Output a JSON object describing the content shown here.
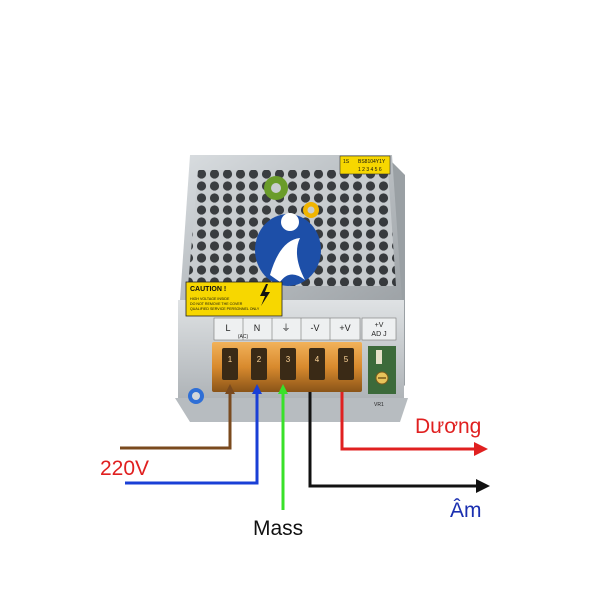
{
  "psu": {
    "caution_title": "CAUTION !",
    "caution_lines": [
      "HIGH VOLTAGE INSIDE",
      "DO NOT REMOVE THE COVER",
      "QUALIFIED SERVICE PERSONNEL ONLY"
    ],
    "spec_lines": [
      "1S",
      "BS8104Y1Y",
      "1 2 3 4 5 6"
    ],
    "terminal_labels": [
      "L",
      "N",
      "⏚",
      "-V",
      "+V"
    ],
    "terminal_sublabel": "(AC)",
    "adj_label_top": "+V",
    "adj_label_bottom": "AD J",
    "terminal_numbers": [
      "1",
      "2",
      "3",
      "4",
      "5"
    ],
    "vr_label": "VR1"
  },
  "wires": {
    "ac_in": {
      "label": "220V",
      "color": "#1a3fd6"
    },
    "live": {
      "color": "#7a4a1e"
    },
    "neutral": {
      "color": "#1a3fd6"
    },
    "ground": {
      "label": "Mass",
      "color": "#39e12a"
    },
    "negative": {
      "label": "Âm",
      "color": "#111111"
    },
    "positive": {
      "label": "Dương",
      "color": "#e02020"
    }
  },
  "label_colors": {
    "ac": "#e02020",
    "ground": "#111111",
    "negative": "#1a2fb0",
    "positive": "#e02020"
  }
}
